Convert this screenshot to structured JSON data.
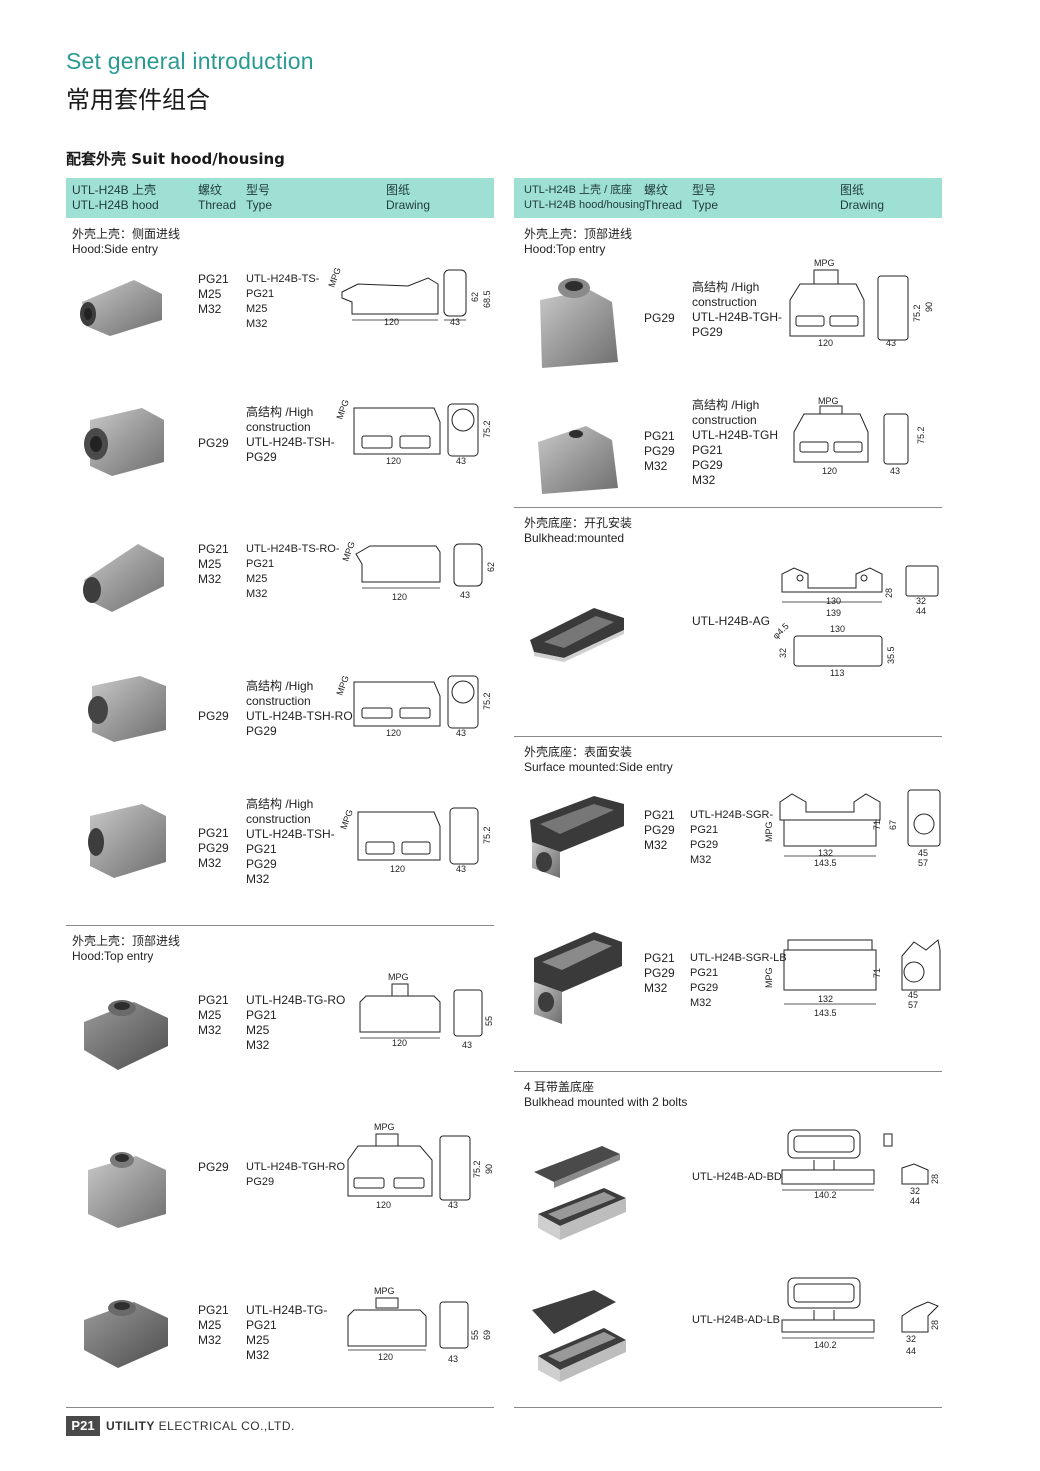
{
  "header": {
    "title_en": "Set general introduction",
    "title_zh": "常用套件组合"
  },
  "section": {
    "title": "配套外壳  Suit hood/housing"
  },
  "left_table": {
    "head": {
      "col1_zh": "UTL-H24B 上壳",
      "col1_en": "UTL-H24B hood",
      "col2_zh": "螺纹",
      "col2_en": "Thread",
      "col3_zh": "型号",
      "col3_en": "Type",
      "col4_zh": "图纸",
      "col4_en": "Drawing"
    },
    "group1_title": "外壳上壳：侧面进线\nHood:Side entry",
    "group2_title": "外壳上壳：顶部进线\nHood:Top entry",
    "rows": [
      {
        "thread": "PG21\nM25\nM32",
        "type": "UTL-H24B-TS-\nPG21\nM25\nM32",
        "dims": [
          "120",
          "43",
          "62",
          "68.5"
        ]
      },
      {
        "thread": "PG29",
        "type": "高结构 /High\nconstruction\nUTL-H24B-TSH-\nPG29",
        "dims": [
          "120",
          "43",
          "75.2"
        ]
      },
      {
        "thread": "PG21\nM25\nM32",
        "type": "UTL-H24B-TS-RO-\nPG21\nM25\nM32",
        "dims": [
          "120",
          "43",
          "62"
        ]
      },
      {
        "thread": "PG29",
        "type": "高结构 /High\nconstruction\nUTL-H24B-TSH-RO\nPG29",
        "dims": [
          "120",
          "43",
          "75.2"
        ]
      },
      {
        "thread": "PG21\nPG29\nM32",
        "type": "高结构 /High\nconstruction\nUTL-H24B-TSH-\nPG21\nPG29\nM32",
        "dims": [
          "120",
          "43",
          "75.2"
        ]
      },
      {
        "thread": "PG21\nM25\nM32",
        "type": "UTL-H24B-TG-RO\nPG21\nM25\nM32",
        "dims": [
          "120",
          "43",
          "55"
        ]
      },
      {
        "thread": "PG29",
        "type": "UTL-H24B-TGH-RO\nPG29",
        "dims": [
          "120",
          "43",
          "75.2",
          "90"
        ]
      },
      {
        "thread": "PG21\nM25\nM32",
        "type": "UTL-H24B-TG-\nPG21\nM25\nM32",
        "dims": [
          "120",
          "43",
          "55",
          "69"
        ]
      }
    ]
  },
  "right_table": {
    "head": {
      "col1_zh": "UTL-H24B 上壳 / 底座",
      "col1_en": "UTL-H24B hood/housing",
      "col2_zh": "螺纹",
      "col2_en": "Thread",
      "col3_zh": "型号",
      "col3_en": "Type",
      "col4_zh": "图纸",
      "col4_en": "Drawing"
    },
    "group1_title": "外壳上壳：顶部进线\nHood:Top entry",
    "group2_title": "外壳底座：开孔安装\nBulkhead:mounted",
    "group3_title": "外壳底座：表面安装\nSurface mounted:Side entry",
    "group4_title": "4 耳带盖底座\nBulkhead mounted with 2 bolts",
    "rows": [
      {
        "thread": "PG29",
        "type": "高结构 /High\nconstruction\nUTL-H24B-TGH-\nPG29",
        "dims": [
          "120",
          "43",
          "75.2",
          "90"
        ]
      },
      {
        "thread": "PG21\nPG29\nM32",
        "type": "高结构 /High\nconstruction\nUTL-H24B-TGH\nPG21\nPG29\nM32",
        "dims": [
          "120",
          "43",
          "75.2"
        ]
      },
      {
        "thread": "",
        "type": "UTL-H24B-AG",
        "dims": [
          "130",
          "139",
          "28",
          "32",
          "44",
          "130",
          "113",
          "35.5",
          "32"
        ]
      },
      {
        "thread": "PG21\nPG29\nM32",
        "type": "UTL-H24B-SGR-\nPG21\nPG29\nM32",
        "dims": [
          "132",
          "143.5",
          "71",
          "67",
          "45",
          "57"
        ]
      },
      {
        "thread": "PG21\nPG29\nM32",
        "type": "UTL-H24B-SGR-LB\nPG21\nPG29\nM32",
        "dims": [
          "132",
          "143.5",
          "71",
          "45",
          "57"
        ]
      },
      {
        "thread": "",
        "type": "UTL-H24B-AD-BD",
        "dims": [
          "140.2",
          "32",
          "44",
          "28"
        ]
      },
      {
        "thread": "",
        "type": "UTL-H24B-AD-LB",
        "dims": [
          "140.2",
          "32",
          "44",
          "28"
        ]
      }
    ]
  },
  "drawing_labels": {
    "mpg": "MPG",
    "phi45": "φ4.5"
  },
  "footer": {
    "page": "P21",
    "company_bold": "UTILITY",
    "company_rest": " ELECTRICAL CO.,LTD."
  }
}
